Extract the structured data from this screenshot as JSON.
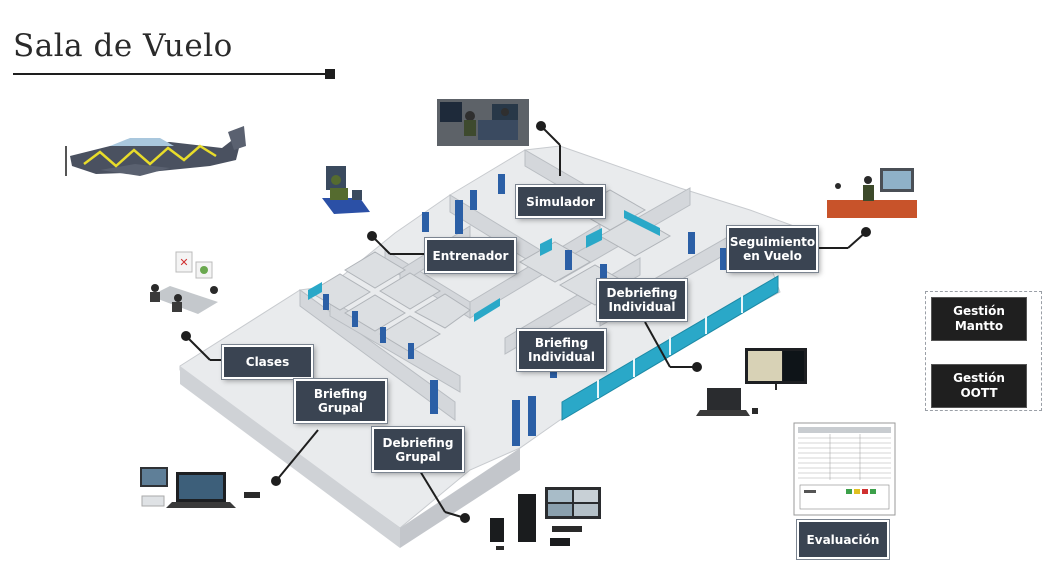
{
  "page_title": "Sala de Vuelo",
  "rooms": {
    "simulador": "Simulador",
    "entrenador": "Entrenador",
    "seguimiento": "Seguimiento\nen Vuelo",
    "debriefing_individual": "Debriefing\nIndividual",
    "briefing_individual": "Briefing\nIndividual",
    "clases": "Clases",
    "briefing_grupal": "Briefing\nGrupal",
    "debriefing_grupal": "Debriefing\nGrupal"
  },
  "side_panel": {
    "gestion_mantto": "Gestión\nMantto",
    "gestion_oott": "Gestión\nOOTT"
  },
  "evaluacion": "Evaluación",
  "colors": {
    "label_bg": "#3a4452",
    "glass": "#29a9c9",
    "door": "#2b5fa6",
    "wall": "#d9dbde",
    "floor": "#eceeef"
  },
  "icons": [
    "aircraft-icon",
    "simulator-photo-icon",
    "trainer-cockpit-icon",
    "tracking-photo-icon",
    "classroom-desks-icon",
    "workstation-laptop-icon",
    "laptop-monitor-icon",
    "server-rack-icon",
    "evaluation-form-icon"
  ]
}
